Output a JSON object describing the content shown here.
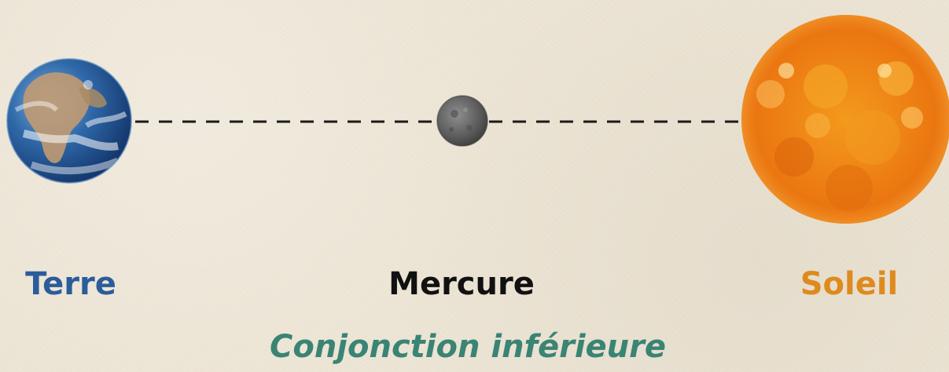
{
  "bodies": {
    "earth": {
      "label": "Terre",
      "color": "#2b5c9b"
    },
    "mercury": {
      "label": "Mercure",
      "color": "#111111"
    },
    "sun": {
      "label": "Soleil",
      "color": "#de8a1e"
    }
  },
  "caption": {
    "text": "Conjonction inférieure",
    "color": "#3a8474"
  },
  "colors": {
    "background": "#ece4d4",
    "alignment_line": "#1a1a1a"
  }
}
